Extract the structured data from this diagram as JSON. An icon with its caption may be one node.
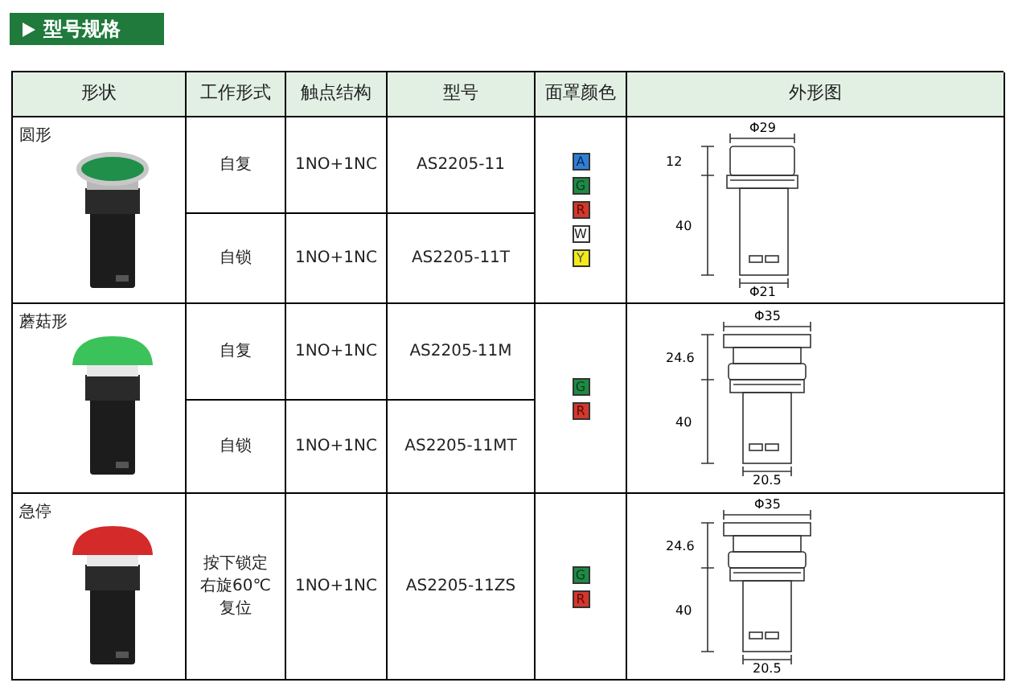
{
  "diagram": {
    "title": "型号规格",
    "labels": [
      "形状",
      "工作形式",
      "触点结构",
      "型号",
      "面罩颜色",
      "外形图",
      "圆形",
      "自复",
      "1NO+1NC",
      "AS2205-11",
      "A",
      "G",
      "R",
      "W",
      "Y",
      "Φ29",
      "12",
      "40",
      "Φ21",
      "自锁",
      "1NO+1NC",
      "AS2205-11T",
      "蘑菇形",
      "自复",
      "1NO+1NC",
      "AS2205-11M",
      "G",
      "R",
      "Φ35",
      "24.6",
      "40",
      "20.5",
      "自锁",
      "1NO+1NC",
      "AS2205-11MT",
      "急停",
      "按下锁定右旋60℃复位",
      "1NO+1NC",
      "AS2205-11ZS",
      "G",
      "R",
      "Φ35",
      "24.6",
      "40",
      "20.5"
    ]
  }
}
